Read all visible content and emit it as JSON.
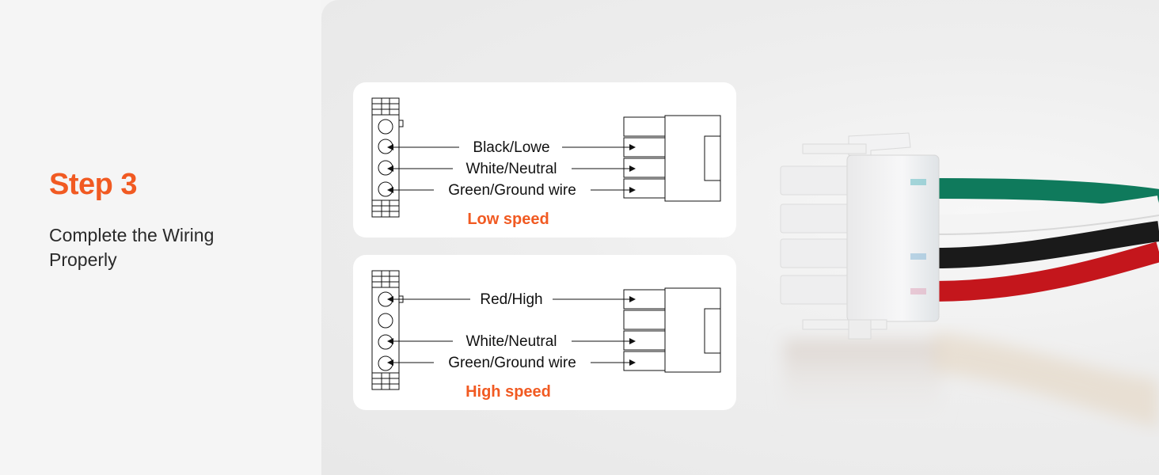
{
  "step": {
    "title": "Step 3",
    "description": "Complete the Wiring Properly"
  },
  "diagrams": {
    "low": {
      "wires": [
        "Black/Lowe",
        "White/Neutral",
        "Green/Ground wire"
      ],
      "speed_label": "Low speed"
    },
    "high": {
      "wires": [
        "Red/High",
        "White/Neutral",
        "Green/Ground wire"
      ],
      "speed_label": "High speed"
    }
  },
  "photo": {
    "subject": "4-pin wire connector",
    "wire_colors": [
      "#0f7a5c",
      "#f2f2f2",
      "#1a1a1a",
      "#c4161c"
    ]
  },
  "colors": {
    "accent": "#f15a22",
    "text": "#2a2a2a"
  }
}
